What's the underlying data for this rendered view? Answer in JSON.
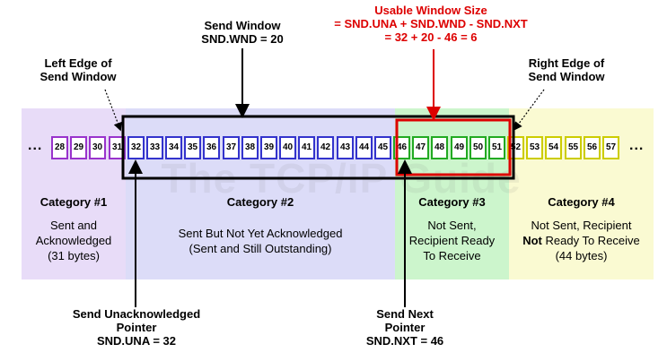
{
  "window_labels": {
    "send_window": [
      "Send Window",
      "SND.WND = 20"
    ],
    "usable_window": [
      "Usable Window Size",
      "= SND.UNA + SND.WND - SND.NXT",
      "= 32 + 20 - 46 = 6"
    ],
    "left_edge": [
      "Left Edge of",
      "Send Window"
    ],
    "right_edge": [
      "Right Edge of",
      "Send Window"
    ]
  },
  "watermark": "The TCP/IP Guide",
  "ellipsis": "...",
  "categories": [
    {
      "title": "Category #1",
      "lines": [
        "Sent and",
        "Acknowledged",
        "(31 bytes)"
      ],
      "color": "#e8dcf8"
    },
    {
      "title": "Category #2",
      "lines": [
        "Sent But Not Yet Acknowledged",
        "(Sent and Still Outstanding)"
      ],
      "color": "#dcdcf8"
    },
    {
      "title": "Category #3",
      "lines": [
        "Not Sent,",
        "Recipient Ready",
        "To Receive"
      ],
      "color": "#ccf5cc"
    },
    {
      "title": "Category #4",
      "lines_pre": "Not Sent, Recipient",
      "bold_word": "Not",
      "bold_rest": " Ready To Receive",
      "bytes": "(44 bytes)",
      "color": "#fafad2"
    }
  ],
  "bytes": {
    "cat1": [
      "28",
      "29",
      "30",
      "31"
    ],
    "cat2": [
      "32",
      "33",
      "34",
      "35",
      "36",
      "37",
      "38",
      "39",
      "40",
      "41",
      "42",
      "43",
      "44",
      "45"
    ],
    "cat3": [
      "46",
      "47",
      "48",
      "49",
      "50",
      "51"
    ],
    "cat4": [
      "52",
      "53",
      "54",
      "55",
      "56",
      "57"
    ]
  },
  "cell_colors": {
    "cat1": "#9933cc",
    "cat2": "#3333cc",
    "cat3": "#22aa22",
    "cat4": "#cccc00"
  },
  "pointers": {
    "una": [
      "Send Unacknowledged",
      "Pointer",
      "SND.UNA = 32"
    ],
    "nxt": [
      "Send Next",
      "Pointer",
      "SND.NXT = 46"
    ]
  },
  "colors": {
    "usable": "#dd0000",
    "window": "#000000"
  }
}
